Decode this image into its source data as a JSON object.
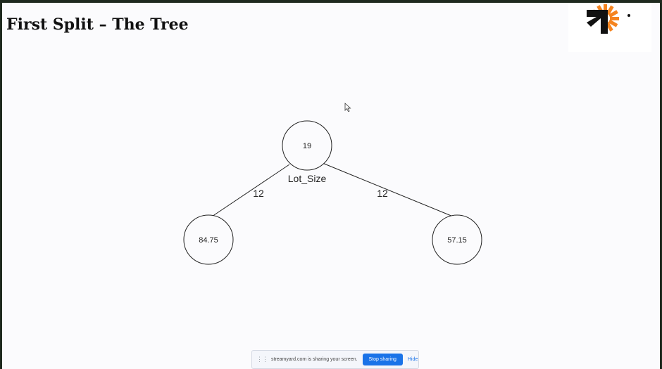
{
  "slide": {
    "title": "First Split – The Tree"
  },
  "tree": {
    "root": {
      "value": "19",
      "feature": "Lot_Size"
    },
    "edges": [
      {
        "label": "12"
      },
      {
        "label": "12"
      }
    ],
    "left": {
      "value": "84.75"
    },
    "right": {
      "value": "57.15"
    }
  },
  "share_bar": {
    "message": "streamyard.com is sharing your screen.",
    "stop_label": "Stop sharing",
    "hide_label": "Hide"
  },
  "colors": {
    "logo_orange": "#f5841f",
    "logo_black": "#111111",
    "stop_button": "#1a73e8"
  }
}
